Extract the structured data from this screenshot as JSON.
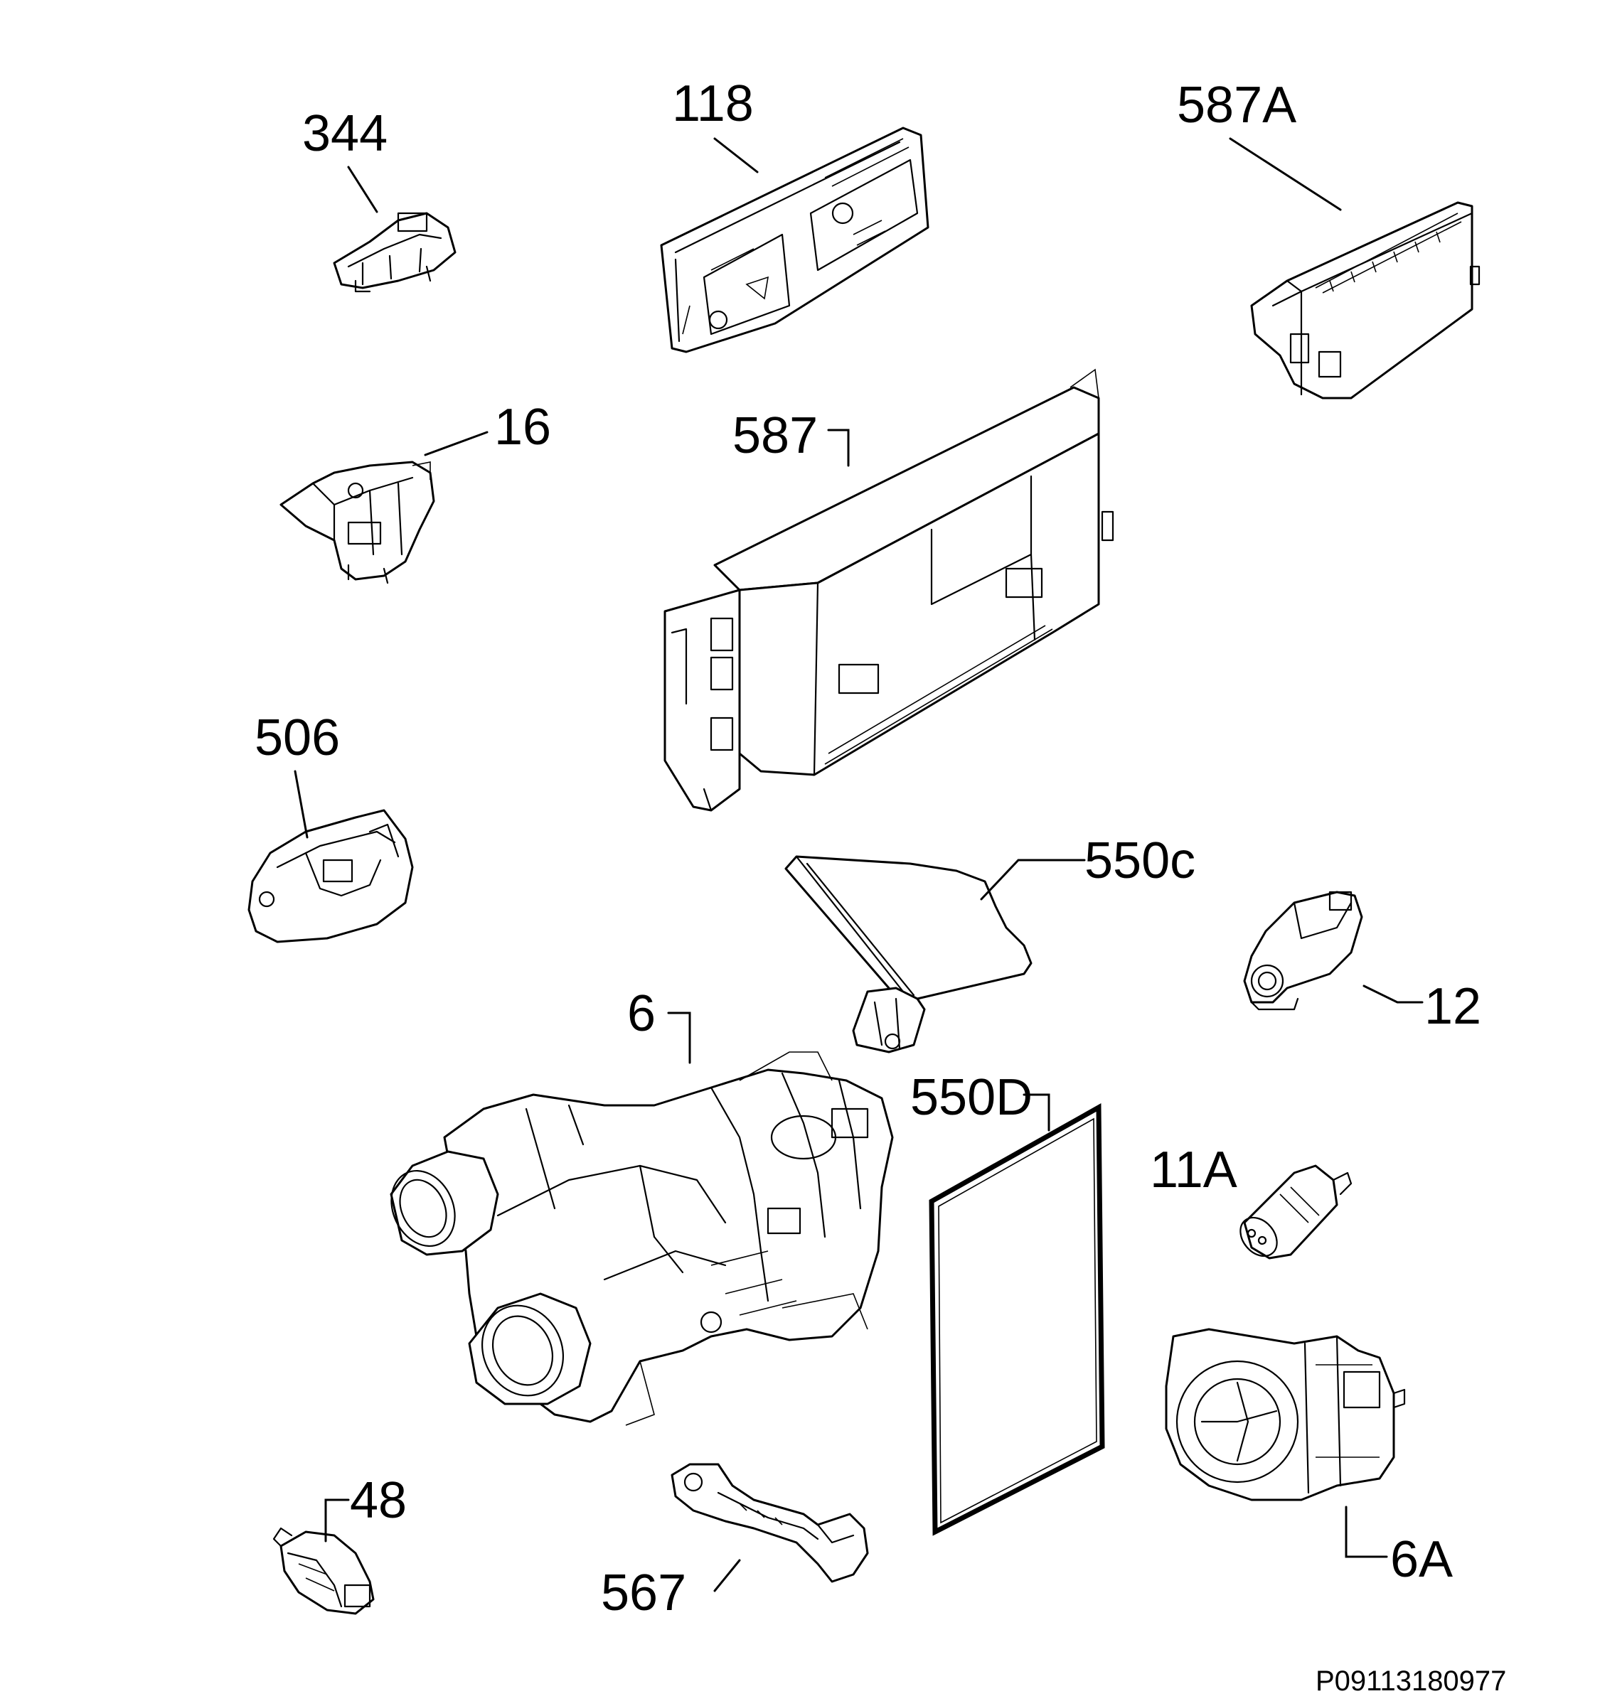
{
  "diagram": {
    "labels": {
      "p344": "344",
      "p118": "118",
      "p587a": "587A",
      "p16": "16",
      "p587": "587",
      "p506": "506",
      "p550c": "550c",
      "p12": "12",
      "p6": "6",
      "p550d": "550D",
      "p11a": "11A",
      "p48": "48",
      "p567": "567",
      "p6a": "6A"
    },
    "drawing_code": "P09113180977"
  }
}
